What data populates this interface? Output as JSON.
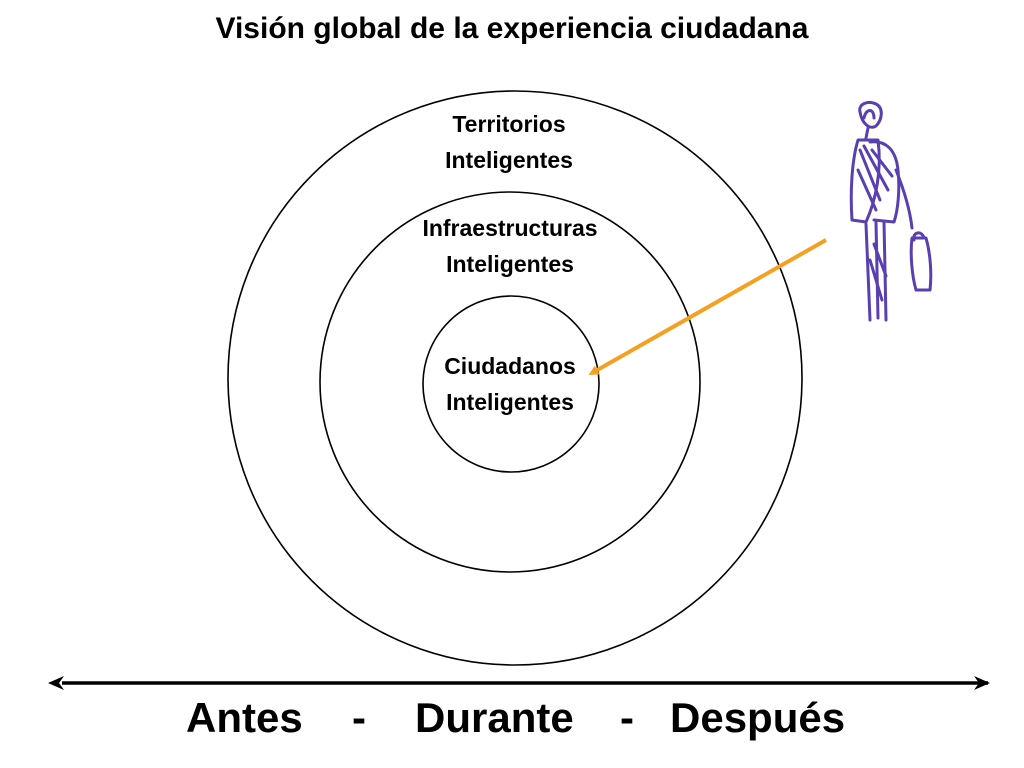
{
  "title": "Visión global de la experiencia ciudadana",
  "rings": {
    "outer": {
      "line1": "Territorios",
      "line2": "Inteligentes"
    },
    "middle": {
      "line1": "Infraestructuras",
      "line2": "Inteligentes"
    },
    "inner": {
      "line1": "Ciudadanos",
      "line2": "Inteligentes"
    }
  },
  "timeline": {
    "before": "Antes",
    "separator1": "-",
    "during": "Durante",
    "separator2": "-",
    "after": "Después"
  },
  "colors": {
    "arrow": "#f5a020",
    "person_sketch": "#5a3fb0",
    "circle_stroke": "#000000"
  },
  "icons": {
    "person": "walking-person-sketch-icon"
  }
}
